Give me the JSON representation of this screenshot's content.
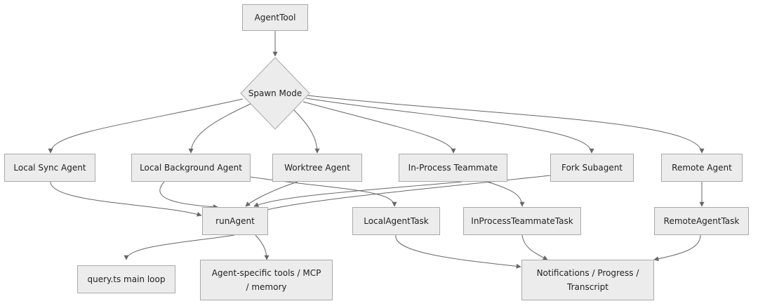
{
  "diagram": {
    "nodes": {
      "agent_tool": "AgentTool",
      "spawn_mode": "Spawn Mode",
      "local_sync_agent": "Local Sync Agent",
      "local_background_agent": "Local Background Agent",
      "worktree_agent": "Worktree Agent",
      "in_process_teammate": "In-Process Teammate",
      "fork_subagent": "Fork Subagent",
      "remote_agent": "Remote Agent",
      "run_agent": "runAgent",
      "local_agent_task": "LocalAgentTask",
      "in_process_teammate_task": "InProcessTeammateTask",
      "remote_agent_task": "RemoteAgentTask",
      "query_main_loop": "query.ts main loop",
      "agent_specific_tools": "Agent-specific tools / MCP / memory",
      "notifications": "Notifications / Progress / Transcript"
    },
    "colors": {
      "node_fill": "#ececec",
      "node_border": "#a9a9a9",
      "edge": "#666666",
      "text": "#222222"
    }
  }
}
